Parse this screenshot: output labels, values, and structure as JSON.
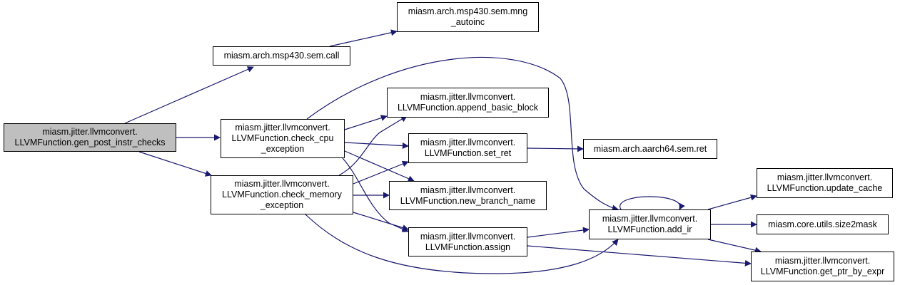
{
  "colors": {
    "edge": "#191970",
    "root_fill": "#bfbfbf",
    "node_fill": "#ffffff",
    "border": "#000000"
  },
  "nodes": {
    "gen_post_instr_checks": {
      "lines": [
        "miasm.jitter.llvmconvert.",
        "LLVMFunction.gen_post_instr_checks"
      ]
    },
    "msp430_call": {
      "lines": [
        "miasm.arch.msp430.sem.call"
      ]
    },
    "mng_autoinc": {
      "lines": [
        "miasm.arch.msp430.sem.mng",
        "_autoinc"
      ]
    },
    "check_cpu_exception": {
      "lines": [
        "miasm.jitter.llvmconvert.",
        "LLVMFunction.check_cpu",
        "_exception"
      ]
    },
    "check_memory_exception": {
      "lines": [
        "miasm.jitter.llvmconvert.",
        "LLVMFunction.check_memory",
        "_exception"
      ]
    },
    "append_basic_block": {
      "lines": [
        "miasm.jitter.llvmconvert.",
        "LLVMFunction.append_basic_block"
      ]
    },
    "set_ret": {
      "lines": [
        "miasm.jitter.llvmconvert.",
        "LLVMFunction.set_ret"
      ]
    },
    "new_branch_name": {
      "lines": [
        "miasm.jitter.llvmconvert.",
        "LLVMFunction.new_branch_name"
      ]
    },
    "assign": {
      "lines": [
        "miasm.jitter.llvmconvert.",
        "LLVMFunction.assign"
      ]
    },
    "aarch64_ret": {
      "lines": [
        "miasm.arch.aarch64.sem.ret"
      ]
    },
    "add_ir": {
      "lines": [
        "miasm.jitter.llvmconvert.",
        "LLVMFunction.add_ir"
      ]
    },
    "update_cache": {
      "lines": [
        "miasm.jitter.llvmconvert.",
        "LLVMFunction.update_cache"
      ]
    },
    "size2mask": {
      "lines": [
        "miasm.core.utils.size2mask"
      ]
    },
    "get_ptr_by_expr": {
      "lines": [
        "miasm.jitter.llvmconvert.",
        "LLVMFunction.get_ptr_by_expr"
      ]
    }
  },
  "edges": [
    {
      "from": "gen_post_instr_checks",
      "to": "msp430_call"
    },
    {
      "from": "gen_post_instr_checks",
      "to": "check_cpu_exception"
    },
    {
      "from": "gen_post_instr_checks",
      "to": "check_memory_exception"
    },
    {
      "from": "msp430_call",
      "to": "mng_autoinc"
    },
    {
      "from": "check_cpu_exception",
      "to": "append_basic_block"
    },
    {
      "from": "check_cpu_exception",
      "to": "set_ret"
    },
    {
      "from": "check_cpu_exception",
      "to": "new_branch_name"
    },
    {
      "from": "check_cpu_exception",
      "to": "assign"
    },
    {
      "from": "check_cpu_exception",
      "to": "add_ir"
    },
    {
      "from": "check_memory_exception",
      "to": "append_basic_block"
    },
    {
      "from": "check_memory_exception",
      "to": "set_ret"
    },
    {
      "from": "check_memory_exception",
      "to": "new_branch_name"
    },
    {
      "from": "check_memory_exception",
      "to": "assign"
    },
    {
      "from": "check_memory_exception",
      "to": "add_ir"
    },
    {
      "from": "set_ret",
      "to": "aarch64_ret"
    },
    {
      "from": "assign",
      "to": "add_ir"
    },
    {
      "from": "assign",
      "to": "get_ptr_by_expr"
    },
    {
      "from": "add_ir",
      "to": "add_ir"
    },
    {
      "from": "add_ir",
      "to": "update_cache"
    },
    {
      "from": "add_ir",
      "to": "size2mask"
    },
    {
      "from": "add_ir",
      "to": "get_ptr_by_expr"
    }
  ]
}
